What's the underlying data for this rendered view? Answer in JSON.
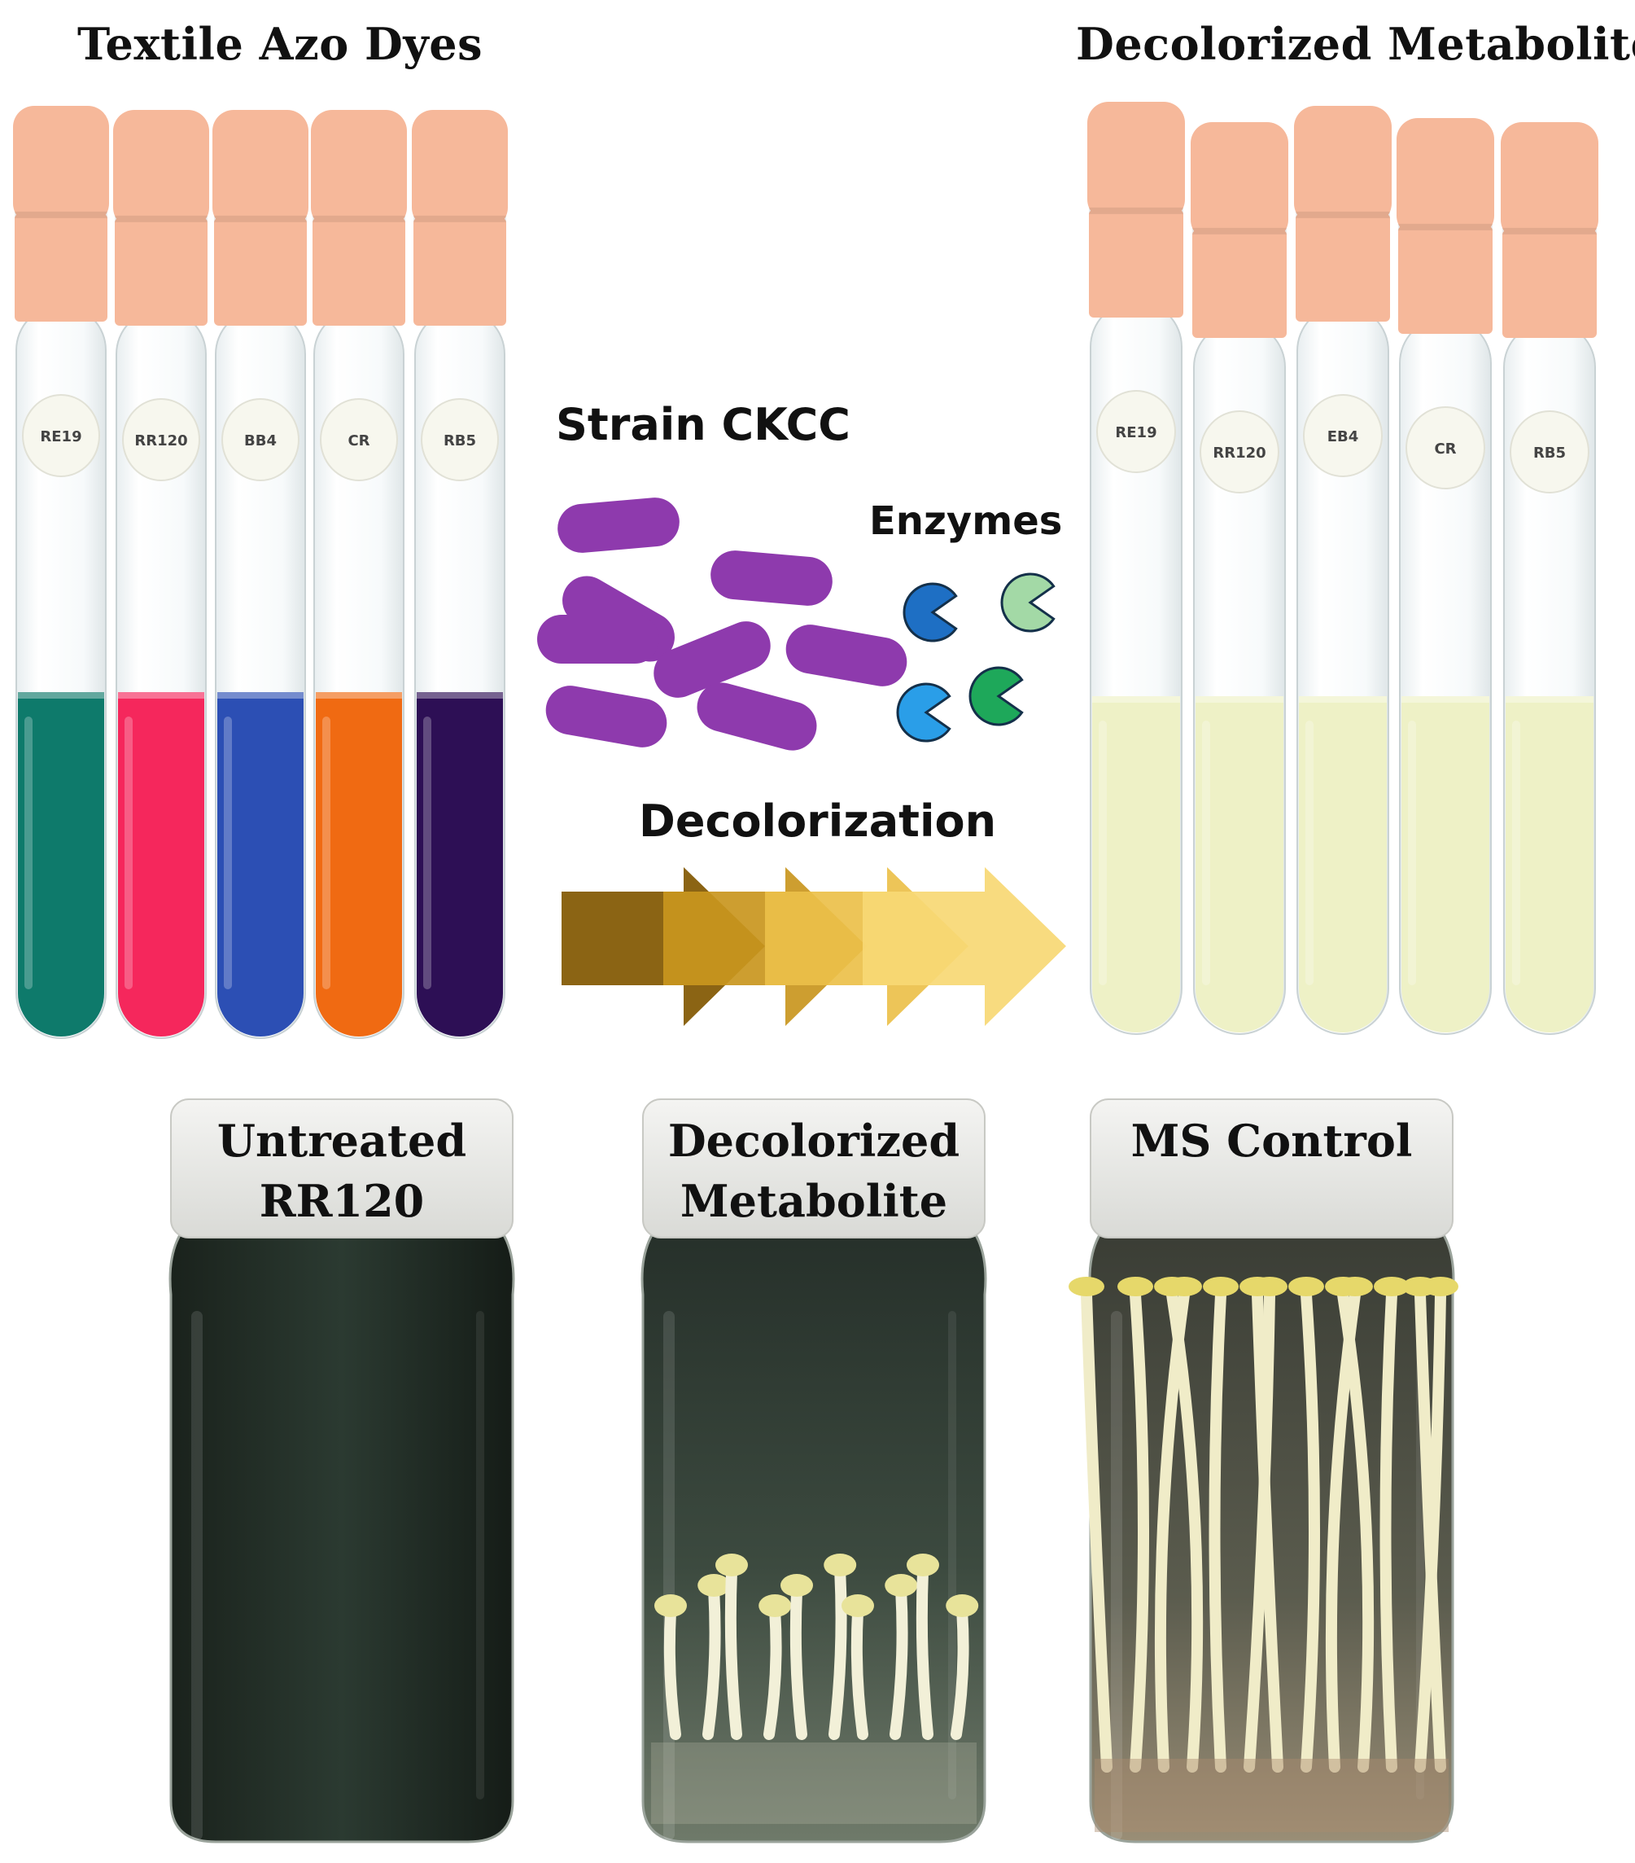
{
  "headings": {
    "left": "Textile Azo Dyes",
    "right": "Decolorized Metabolite"
  },
  "center": {
    "strain": "Strain CKCC",
    "enzymes": "Enzymes",
    "process": "Decolorization"
  },
  "dye_tubes": [
    {
      "label": "RE19",
      "color": "#0e7a6b"
    },
    {
      "label": "RR120",
      "color": "#f5275c"
    },
    {
      "label": "BB4",
      "color": "#2c4fb4"
    },
    {
      "label": "CR",
      "color": "#f06a12"
    },
    {
      "label": "RB5",
      "color": "#2d0f55"
    }
  ],
  "metabolite_tubes": [
    {
      "label": "RE19",
      "color": "#eef1c6"
    },
    {
      "label": "RR120",
      "color": "#eef1c6"
    },
    {
      "label": "EB4",
      "color": "#eef1c6"
    },
    {
      "label": "CR",
      "color": "#eef1c6"
    },
    {
      "label": "RB5",
      "color": "#eef1c6"
    }
  ],
  "jars": [
    {
      "label_lines": [
        "Untreated",
        "RR120"
      ]
    },
    {
      "label_lines": [
        "Decolorized",
        "Metabolite"
      ]
    },
    {
      "label_lines": [
        "MS Control"
      ]
    }
  ],
  "colors": {
    "cap": "#f6b89a",
    "bacteria": "#8e3aad",
    "arrows": [
      "#8b6414",
      "#c9961e",
      "#ecc04a",
      "#f7d874"
    ],
    "enzymes": [
      "#1e6fc4",
      "#a3d9a6",
      "#2a9ee8",
      "#1ea85a"
    ]
  }
}
